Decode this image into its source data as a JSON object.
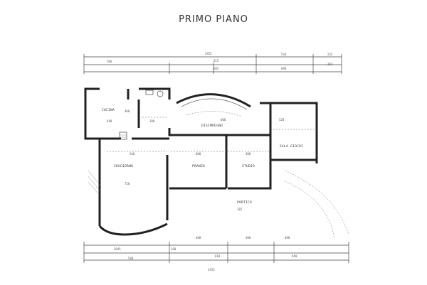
{
  "title": "PRIMO PIANO",
  "rooms": {
    "cucina": "CUCINA",
    "disimpegno": "DISIMPEGNO",
    "sala_giochi": "SALA GIOCHI",
    "soggiorno": "SOGGIORNO",
    "pranzo": "PRANZO",
    "studio": "STUDIO",
    "portico": "PORTICO"
  },
  "dims": {
    "top_total": "2455",
    "bottom_total": "2455",
    "top_1": "506",
    "top_2": "534",
    "top_3": "615",
    "top_4": "685",
    "top_5": "698",
    "top_6": "232",
    "top_7": "292",
    "cucina_w": "460",
    "cucina_d": "640",
    "bagno_d": "180",
    "soggiorno_w": "540",
    "soggiorno_d": "720",
    "pranzo_w": "600",
    "studio_w": "380",
    "disimpegno_d": "608",
    "sala_w": "520",
    "portico_d": "182",
    "b_1": "480",
    "b_2": "380",
    "b_3": "480",
    "b_4": "3645",
    "b_5": "818",
    "b_6": "540",
    "b_7": "940",
    "b_8": "280"
  }
}
